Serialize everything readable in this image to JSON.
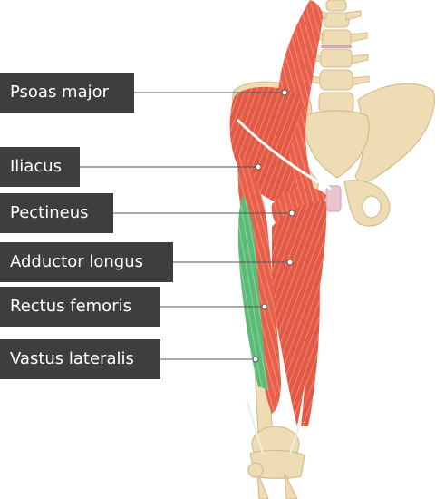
{
  "labels": {
    "psoas_major": "Psoas major",
    "iliacus": "Iliacus",
    "pectineus": "Pectineus",
    "adductor_longus": "Adductor longus",
    "rectus_femoris": "Rectus femoris",
    "vastus_lateralis": "Vastus lateralis"
  },
  "colors": {
    "label_bg": "#3e3e3e",
    "label_text": "#ffffff",
    "leader_line": "#555555",
    "muscle": "#e8604a",
    "muscle_highlight": "#62c27e",
    "bone": "#eedcb4"
  }
}
